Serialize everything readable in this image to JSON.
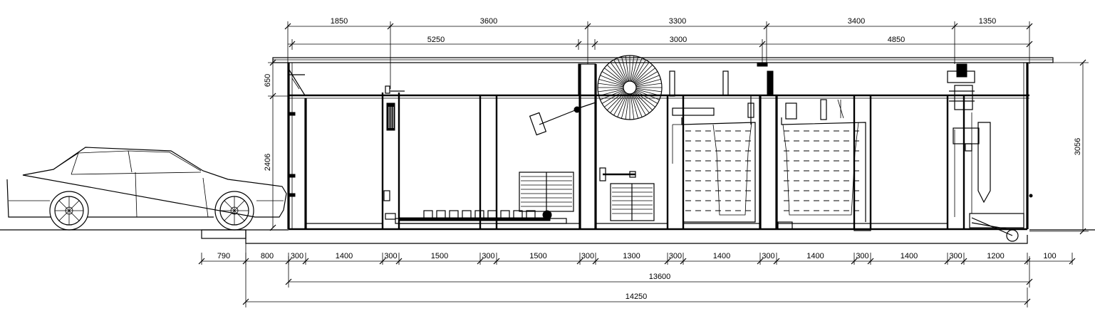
{
  "drawing": {
    "top_dims_row1": [
      "1850",
      "3600",
      "3300",
      "3400",
      "1350"
    ],
    "top_dims_row2": [
      "5250",
      "3000",
      "4850"
    ],
    "bottom_dims_row1": [
      "790",
      "800",
      "300",
      "1400",
      "300",
      "1500",
      "300",
      "1500",
      "300",
      "1300",
      "300",
      "1400",
      "300",
      "1400",
      "300",
      "1400",
      "300",
      "1200",
      "100"
    ],
    "bottom_total_1": "13600",
    "bottom_total_2": "14250",
    "left_dims": [
      "650",
      "2406"
    ],
    "right_dim": "3056"
  }
}
